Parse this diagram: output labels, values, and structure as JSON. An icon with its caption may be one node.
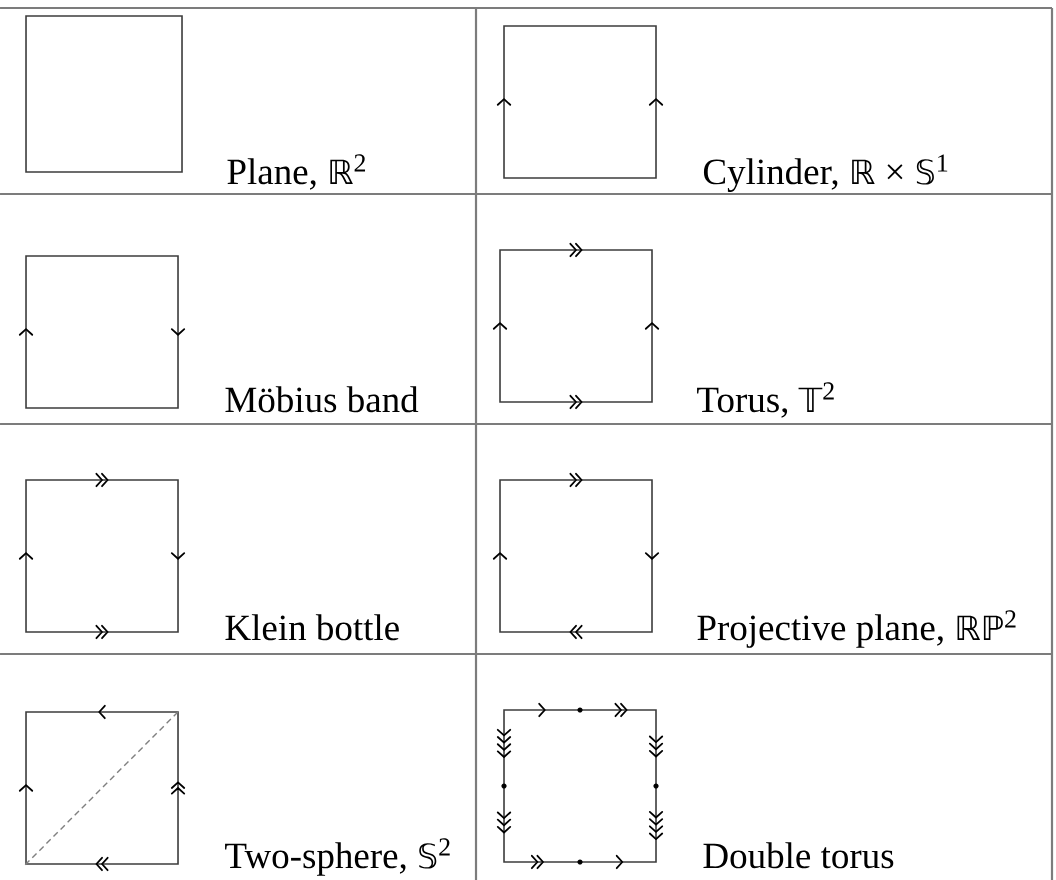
{
  "diagram": {
    "nodes": [
      {
        "text": [],
        "shape": "box",
        "beside": [
          "Plane, ℝ$^{2}$"
        ]
      },
      {
        "text": [],
        "shape": "box",
        "beside": [
          "Cylinder, ℝ × 𝕊$^{1}$"
        ]
      },
      {
        "text": [],
        "shape": "box",
        "beside": [
          "Möbius band"
        ]
      },
      {
        "text": [],
        "shape": "box",
        "beside": [
          "Torus, 𝕋$^{2}$"
        ]
      },
      {
        "text": [],
        "shape": "box",
        "beside": [
          "Klein bottle"
        ]
      },
      {
        "text": [],
        "shape": "box",
        "beside": [
          "Projective plane, ℝℙ$^{2}$"
        ]
      },
      {
        "text": [],
        "shape": "box",
        "beside": [
          "Two-sphere, 𝕊$^{2}$"
        ]
      },
      {
        "text": [],
        "shape": "box",
        "beside": [
          "Double torus"
        ]
      }
    ]
  }
}
